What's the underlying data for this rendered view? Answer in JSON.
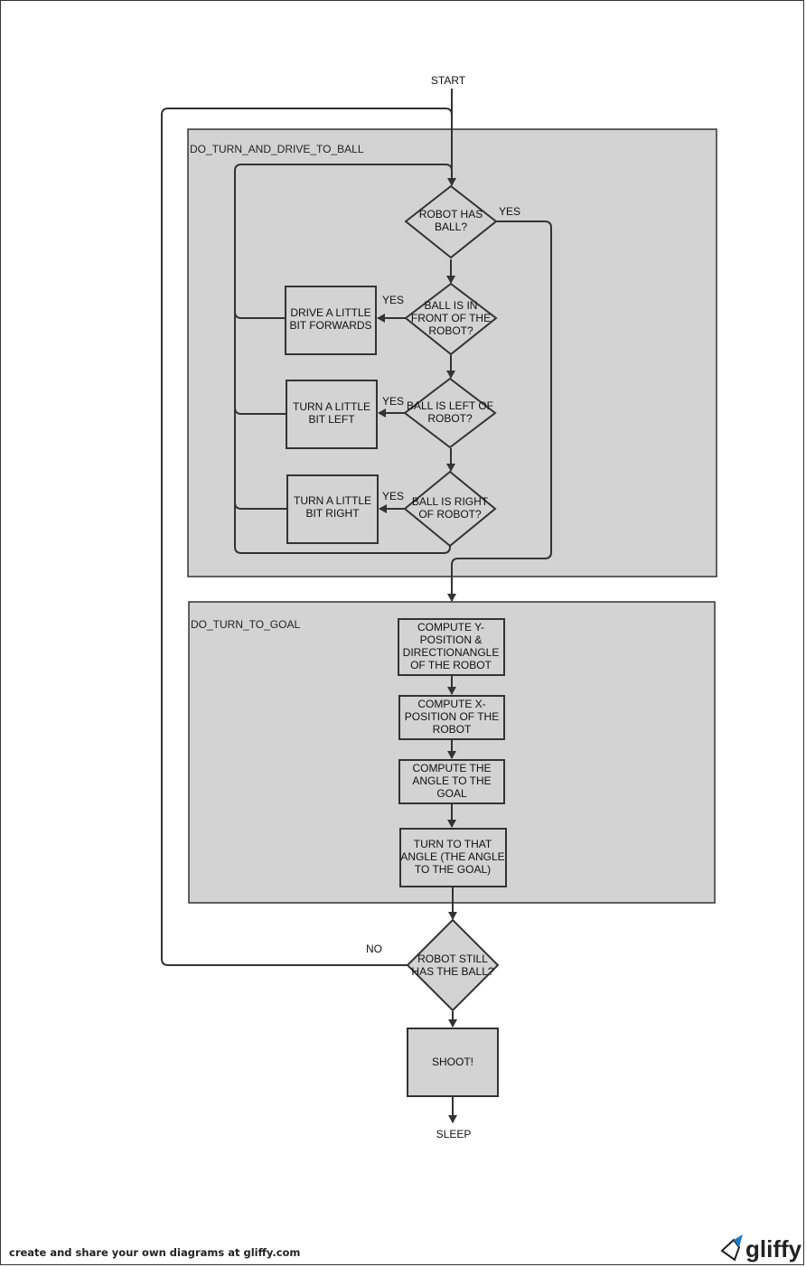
{
  "terminals": {
    "start": "START",
    "sleep": "SLEEP"
  },
  "groups": {
    "drive_to_ball": "DO_TURN_AND_DRIVE_TO_BALL",
    "turn_to_goal": "DO_TURN_TO_GOAL"
  },
  "decisions": {
    "has_ball": [
      "ROBOT HAS",
      "BALL?"
    ],
    "ball_front": [
      "BALL IS IN",
      "FRONT OF THE",
      "ROBOT?"
    ],
    "ball_left": [
      "BALL IS LEFT OF",
      "ROBOT?"
    ],
    "ball_right": [
      "BALL IS RIGHT",
      "OF ROBOT?"
    ],
    "still_has_ball": [
      "ROBOT STILL",
      "HAS THE BALL?"
    ]
  },
  "processes": {
    "drive_forward": [
      "DRIVE A LITTLE",
      "BIT FORWARDS"
    ],
    "turn_left": [
      "TURN A LITTLE",
      "BIT LEFT"
    ],
    "turn_right": [
      "TURN A LITTLE",
      "BIT RIGHT"
    ],
    "compute_y": [
      "COMPUTE Y-",
      "POSITION &",
      "DIRECTIONANGLE",
      "OF THE ROBOT"
    ],
    "compute_x": [
      "COMPUTE X-",
      "POSITION OF THE",
      "ROBOT"
    ],
    "compute_angle": [
      "COMPUTE THE",
      "ANGLE TO THE",
      "GOAL"
    ],
    "turn_to_angle": [
      "TURN TO THAT",
      "ANGLE (THE ANGLE",
      "TO THE GOAL)"
    ],
    "shoot": [
      "SHOOT!"
    ]
  },
  "edge_labels": {
    "yes_has_ball": "YES",
    "yes_front": "YES",
    "yes_left": "YES",
    "yes_right": "YES",
    "no_still": "NO"
  },
  "footer": {
    "text": "create and share your own diagrams at gliffy.com",
    "logo": "gliffy"
  },
  "colors": {
    "group_fill": "#d3d3d3",
    "stroke": "#333333",
    "logo_accent": "#1e7bc1"
  }
}
